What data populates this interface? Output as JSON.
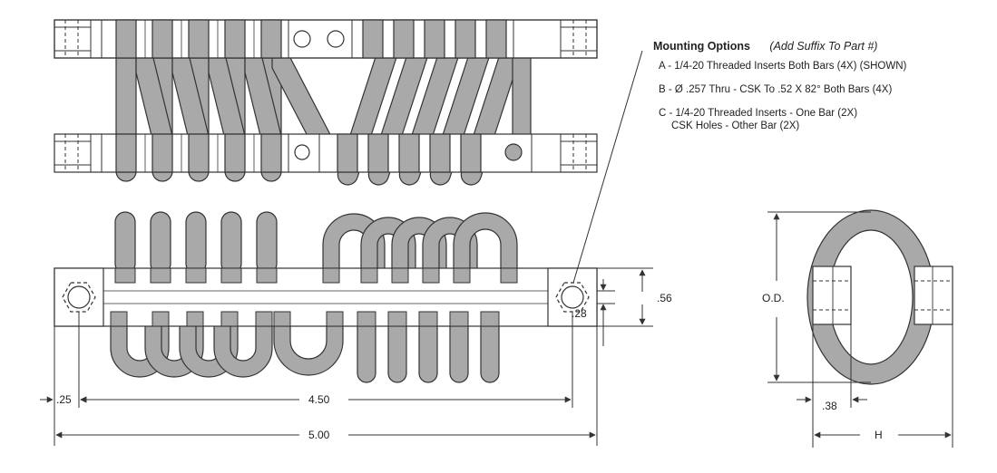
{
  "mounting_options": {
    "title": "Mounting Options",
    "suffix_note": "(Add Suffix To Part #)",
    "options": [
      {
        "line1": "A - 1/4-20 Threaded Inserts Both Bars (4X) (SHOWN)",
        "line2": ""
      },
      {
        "line1": "B - Ø .257 Thru - CSK To .52 X 82° Both Bars (4X)",
        "line2": ""
      },
      {
        "line1": "C - 1/4-20 Threaded Inserts - One Bar (2X)",
        "line2": "CSK Holes - Other Bar (2X)"
      }
    ]
  },
  "dimensions": {
    "height_056": ".56",
    "height_028": ".28",
    "end_offset": ".25",
    "hole_spacing": "4.50",
    "overall_length": "5.00",
    "outer_diameter": "O.D.",
    "bar_width": ".38",
    "end_height": "H"
  },
  "colors": {
    "coil": "#a9a9a9",
    "stroke": "#333333",
    "bar": "#ffffff"
  }
}
